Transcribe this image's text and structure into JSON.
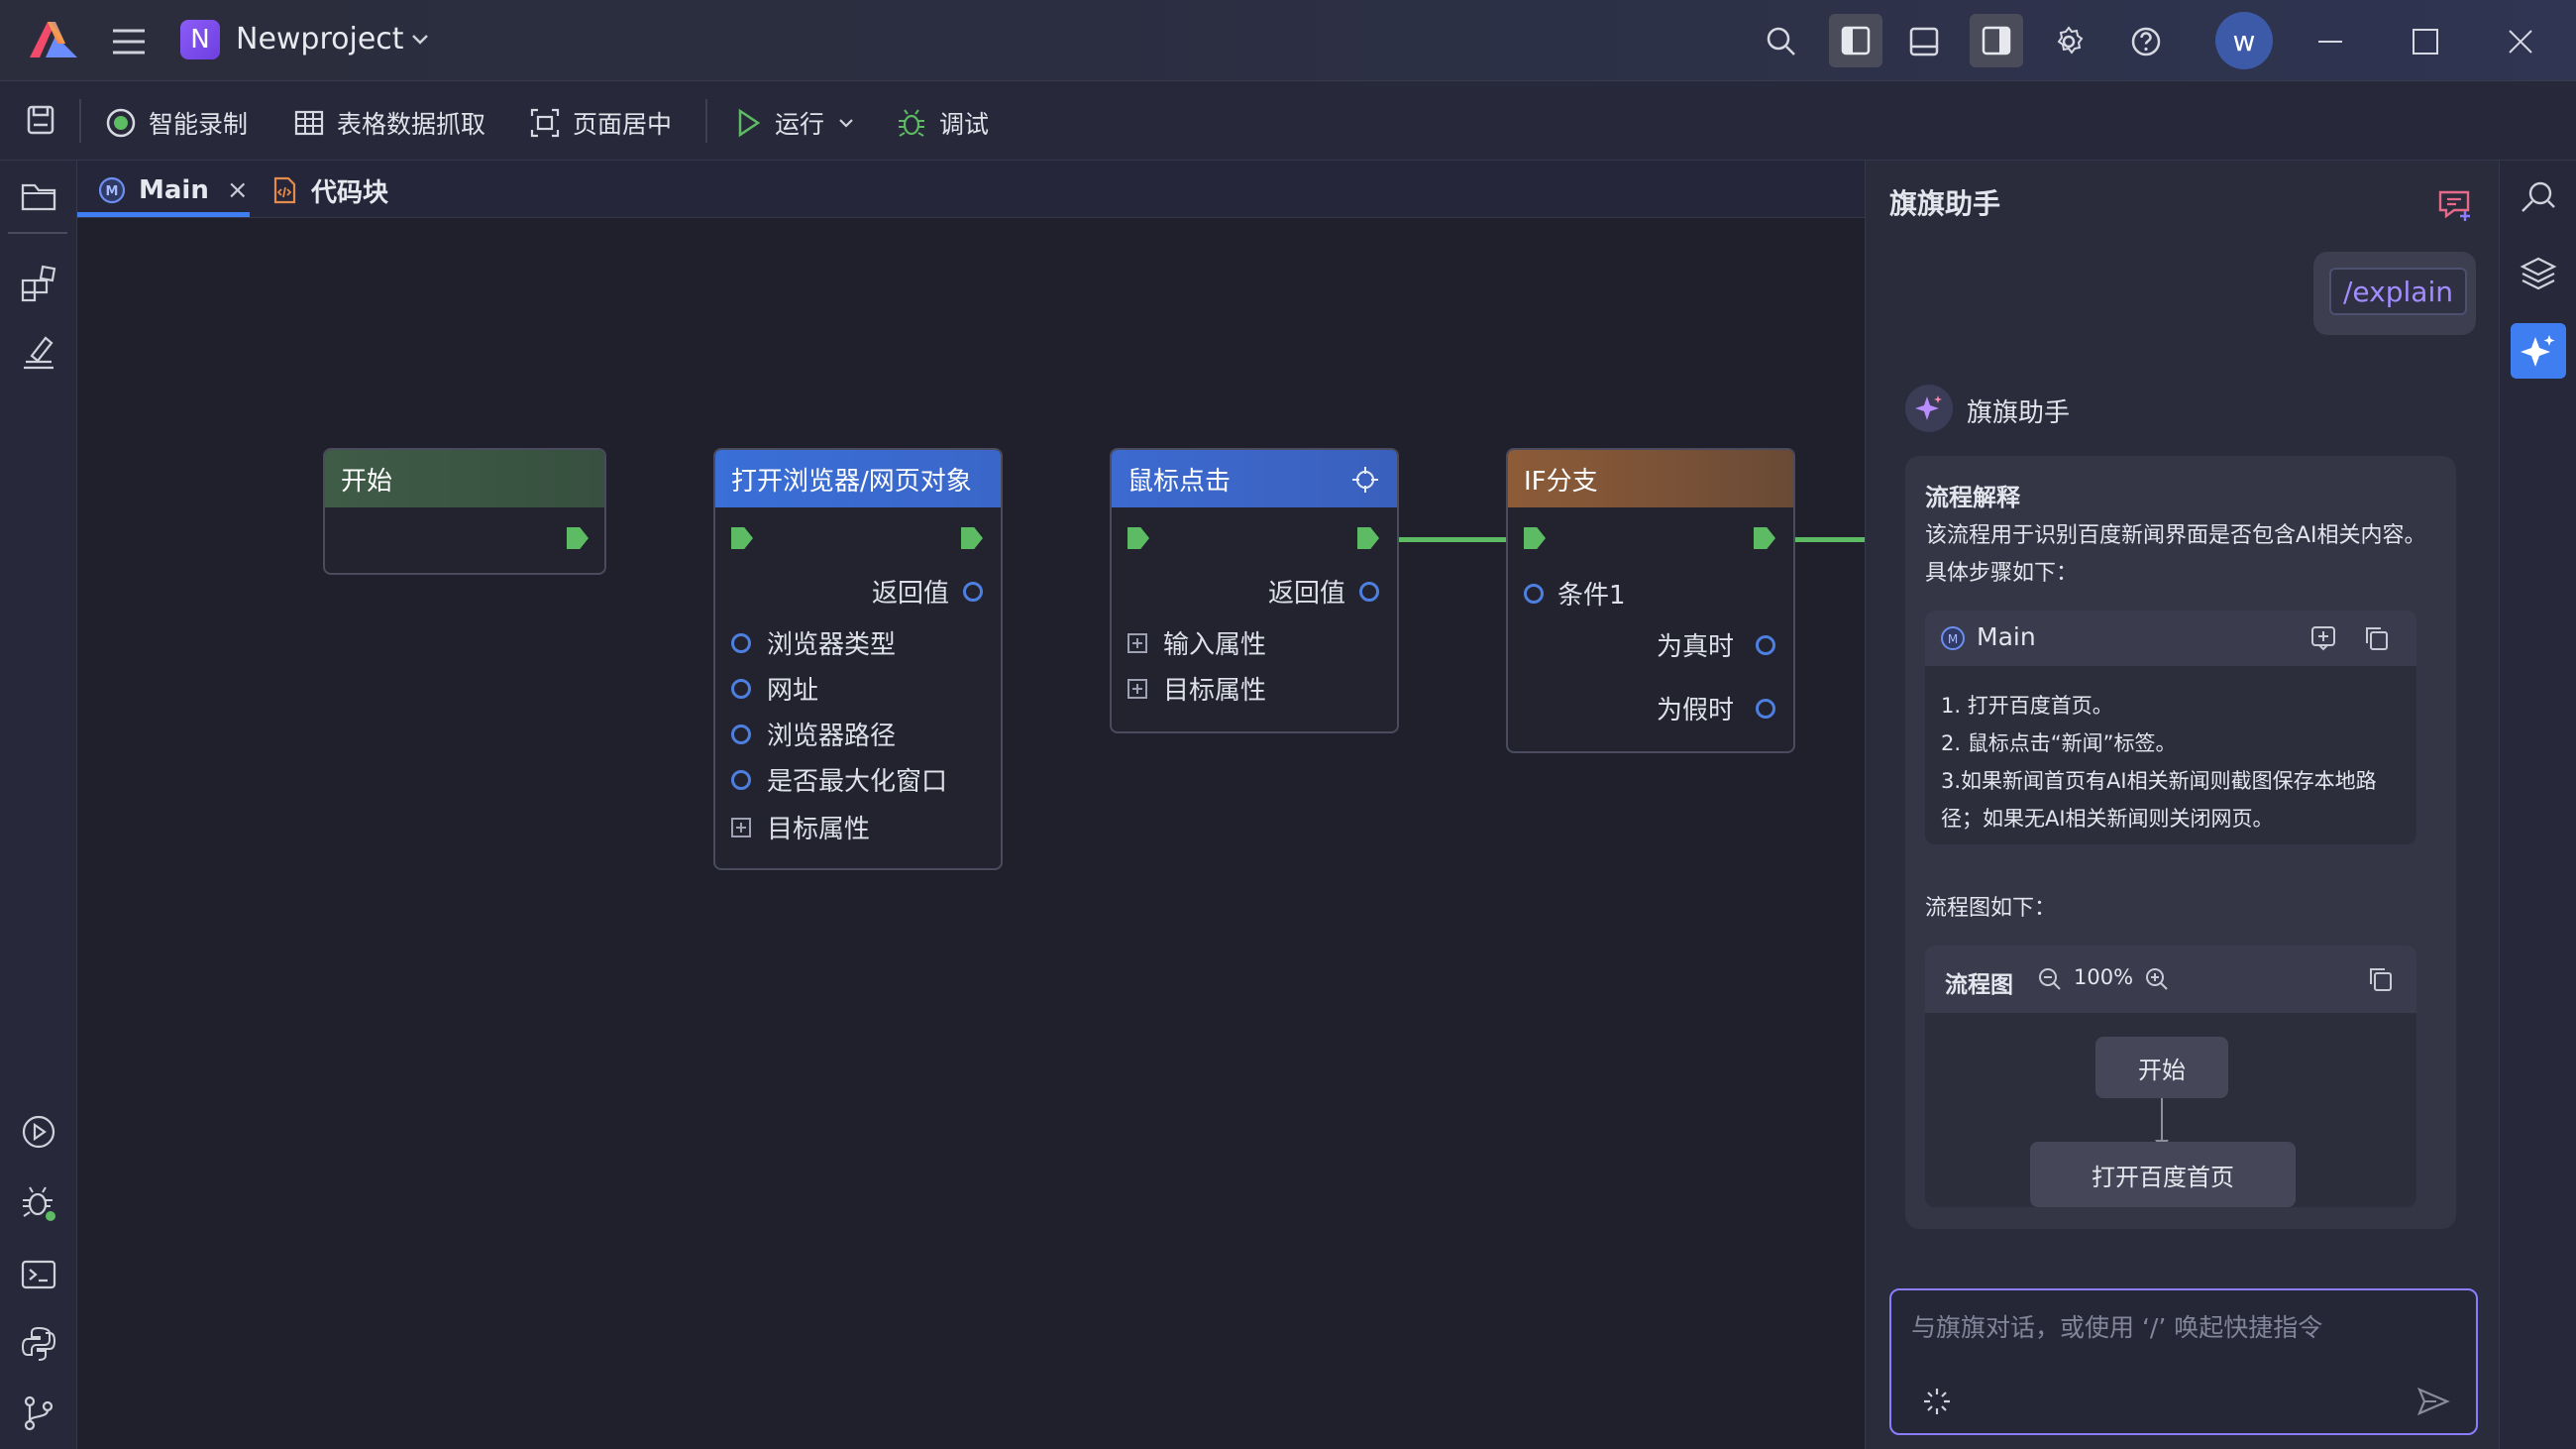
{
  "title_bar": {
    "project_letter": "N",
    "project_name": "Newproject",
    "avatar_letter": "w"
  },
  "toolbar": {
    "record": "智能录制",
    "table_capture": "表格数据抓取",
    "center_page": "页面居中",
    "run": "运行",
    "debug": "调试"
  },
  "tabs": [
    {
      "label": "Main",
      "close": "×"
    },
    {
      "label": "代码块"
    }
  ],
  "nodes": {
    "start": {
      "title": "开始"
    },
    "browser": {
      "title": "打开浏览器/网页对象",
      "return_label": "返回值",
      "inputs": [
        "浏览器类型",
        "网址",
        "浏览器路径",
        "是否最大化窗口"
      ],
      "expand": "目标属性"
    },
    "click": {
      "title": "鼠标点击",
      "return_label": "返回值",
      "expands": [
        "输入属性",
        "目标属性"
      ]
    },
    "if": {
      "title": "IF分支",
      "condition": "条件1",
      "true_label": "为真时",
      "false_label": "为假时"
    }
  },
  "assistant": {
    "header": "旗旗助手",
    "user_command": "/explain",
    "bot_name": "旗旗助手",
    "section_title": "流程解释",
    "intro_line1": "该流程用于识别百度新闻界面是否包含AI相关内容。",
    "intro_line2": "具体步骤如下：",
    "code_block_title": "Main",
    "steps": [
      "1. 打开百度首页。",
      "2. 鼠标点击“新闻”标签。",
      "3.如果新闻首页有AI相关新闻则截图保存本地路",
      "径；如果无AI相关新闻则关闭网页。"
    ],
    "diagram_caption": "流程图如下：",
    "diagram_title": "流程图",
    "zoom": "100%",
    "diagram_nodes": [
      "开始",
      "打开百度首页"
    ],
    "input_placeholder": "与旗旗对话，或使用 ‘/’ 唤起快捷指令"
  },
  "colors": {
    "start_header": "#3e5a48",
    "browser_header": "#3a6fd8",
    "click_header": "#3c68c8",
    "if_header": "#8a5b38",
    "link": "#5dbb63",
    "port": "#4d7fe0"
  }
}
